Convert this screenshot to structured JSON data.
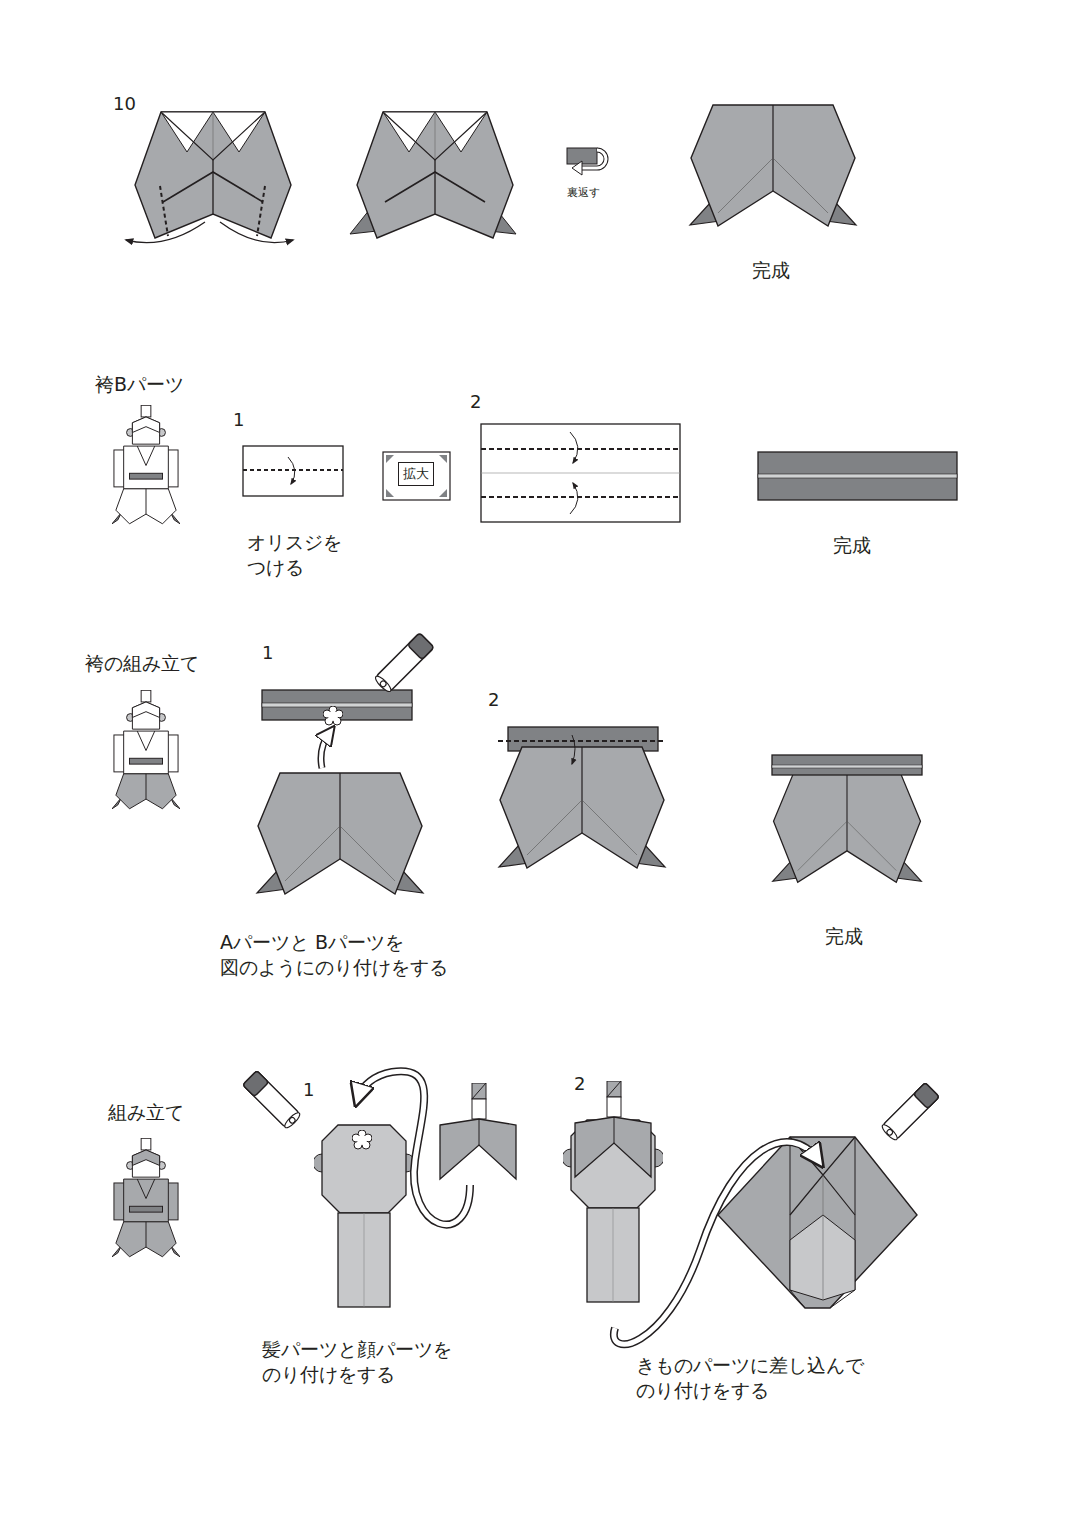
{
  "diagram": {
    "nodes": [
      {
        "text": [
          "拡大"
        ]
      }
    ],
    "labels": [
      "10",
      "裏返す",
      "完成",
      "袴Bパーツ",
      "1",
      "オリスジを つける",
      "2",
      "完成",
      "袴の組み立て",
      "1",
      "2",
      "完成",
      "Aパーツと Bパーツを 図のようにのり付けをする",
      "組み立て",
      "1",
      "2",
      "髪パーツと顔パーツを のり付けをする",
      "きものパーツに差し込んで のり付けをする"
    ]
  }
}
